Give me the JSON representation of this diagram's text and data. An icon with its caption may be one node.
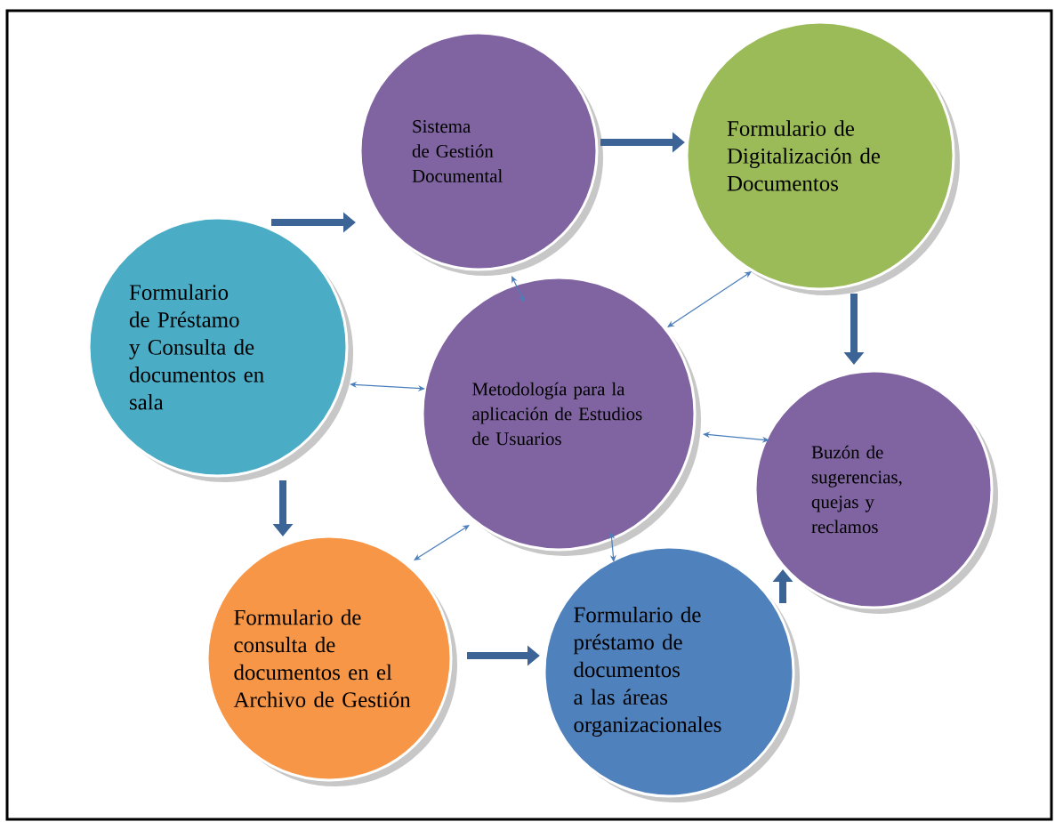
{
  "diagram": {
    "nodes": [
      {
        "text": [
          "Sistema de Gestión Documental"
        ]
      },
      {
        "text": [
          "Formulario de Digitalización de Documentos"
        ]
      },
      {
        "text": [
          "Formulario de Préstamo y Consulta de documentos en sala"
        ]
      },
      {
        "text": [
          "Metodología para la aplicación de Estudios de Usuarios"
        ]
      },
      {
        "text": [
          "Buzón de sugerencias, quejas y reclamos"
        ]
      },
      {
        "text": [
          "Formulario de consulta de documentos en el Archivo de Gestión"
        ]
      },
      {
        "text": [
          "Formulario de préstamo de documentos a las áreas organizacionales"
        ]
      }
    ],
    "edges": [
      {
        "from": 2,
        "to": 0,
        "arrow": "to",
        "style": "thick",
        "color": "#3d6496"
      },
      {
        "from": 0,
        "to": 1,
        "arrow": "to",
        "style": "thick",
        "color": "#3d6496"
      },
      {
        "from": 1,
        "to": 4,
        "arrow": "to",
        "style": "thick",
        "color": "#3d6496"
      },
      {
        "from": 2,
        "to": 5,
        "arrow": "to",
        "style": "thick",
        "color": "#3d6496"
      },
      {
        "from": 5,
        "to": 6,
        "arrow": "to",
        "style": "thick",
        "color": "#3d6496"
      },
      {
        "from": 6,
        "to": 4,
        "arrow": "to",
        "style": "thick",
        "color": "#3d6496"
      },
      {
        "from": 0,
        "to": 3,
        "arrow": "both"
      },
      {
        "from": 1,
        "to": 3,
        "arrow": "both"
      },
      {
        "from": 2,
        "to": 3,
        "arrow": "both"
      },
      {
        "from": 3,
        "to": 4,
        "arrow": "both"
      },
      {
        "from": 3,
        "to": 5,
        "arrow": "both"
      },
      {
        "from": 3,
        "to": 6,
        "arrow": "both"
      }
    ]
  }
}
